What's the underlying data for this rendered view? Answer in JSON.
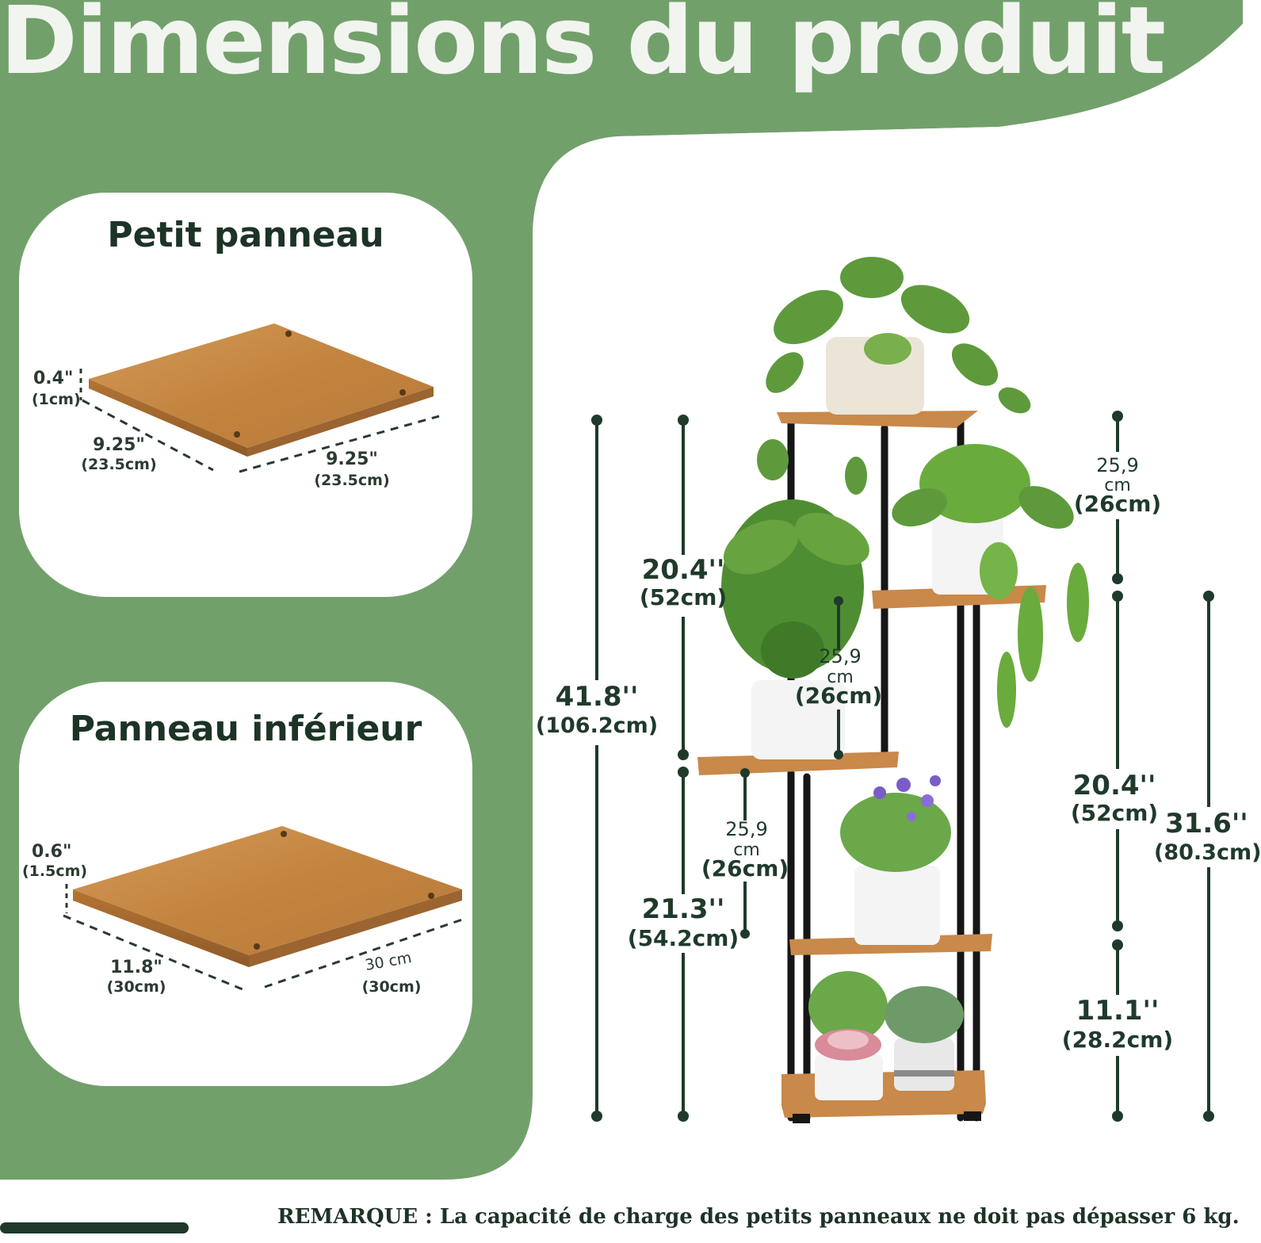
{
  "title": "Dimensions du produit",
  "colors": {
    "green": "#72a06b",
    "dark": "#1f3a2b",
    "wood": "#c8894a",
    "white": "#ffffff"
  },
  "small_panel": {
    "title": "Petit panneau",
    "thickness_in": "0.4\"",
    "thickness_cm": "(1cm)",
    "depth_in": "9.25\"",
    "depth_cm": "(23.5cm)",
    "width_in": "9.25\"",
    "width_cm": "(23.5cm)"
  },
  "bottom_panel": {
    "title": "Panneau inférieur",
    "thickness_in": "0.6\"",
    "thickness_cm": "(1.5cm)",
    "depth_in": "11.8\"",
    "depth_cm": "(30cm)",
    "width_in": "30 cm",
    "width_cm": "(30cm)"
  },
  "stand": {
    "total_height_in": "41.8''",
    "total_height_cm": "(106.2cm)",
    "upper_left_in": "20.4''",
    "upper_left_cm": "(52cm)",
    "lower_left_in": "21.3''",
    "lower_left_cm": "(54.2cm)",
    "gap_top_a": "25,9",
    "gap_top_b": "cm",
    "gap_top_c": "(26cm)",
    "gap_mid_a": "25,9",
    "gap_mid_b": "cm",
    "gap_mid_c": "(26cm)",
    "gap_low_a": "25,9",
    "gap_low_b": "cm",
    "gap_low_c": "(26cm)",
    "right_mid_in": "20.4''",
    "right_mid_cm": "(52cm)",
    "right_low_in": "11.1''",
    "right_low_cm": "(28.2cm)",
    "right_total_in": "31.6''",
    "right_total_cm": "(80.3cm)"
  },
  "note": "REMARQUE : La capacité de charge des petits panneaux ne doit pas dépasser 6 kg."
}
